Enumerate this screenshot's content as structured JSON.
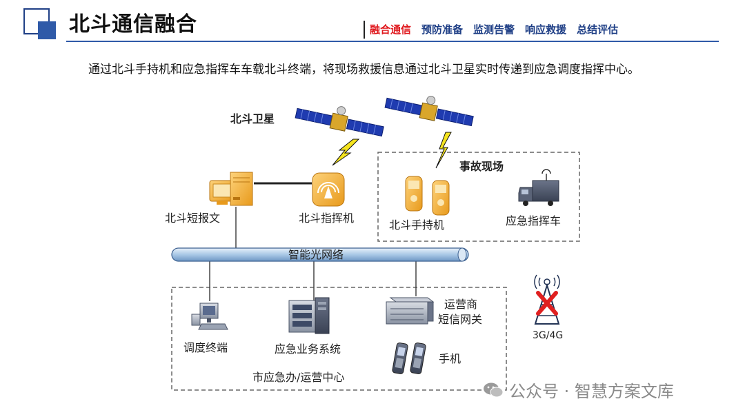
{
  "header": {
    "title": "北斗通信融合",
    "nav": [
      "融合通信",
      "预防准备",
      "监测告警",
      "响应救援",
      "总结评估"
    ],
    "active_nav": "融合通信"
  },
  "intro": "通过北斗手持机和应急指挥车车载北斗终端，将现场救援信息通过北斗卫星实时传递到应急调度指挥中心。",
  "diagram": {
    "satellite_label": "北斗卫星",
    "incident_scene_label": "事故现场",
    "short_message_label": "北斗短报文",
    "command_terminal_label": "北斗指挥机",
    "handheld_label": "北斗手持机",
    "command_vehicle_label": "应急指挥车",
    "network_label": "智能光网络",
    "dispatch_terminal_label": "调度终端",
    "emergency_system_label": "应急业务系统",
    "gateway_label_line1": "运营商",
    "gateway_label_line2": "短信网关",
    "phone_label": "手机",
    "center_label": "市应急办/运营中心",
    "cell_tower_label": "3G/4G"
  },
  "watermark": "公众号 · 智慧方案文库",
  "colors": {
    "brand_blue": "#2f5aa8",
    "active_red": "#e0191e",
    "satellite_panel": "#1f3bb0",
    "device_orange": "#f3b23a",
    "network_bar": "#b8d2ea",
    "cross_red": "#e02020"
  }
}
